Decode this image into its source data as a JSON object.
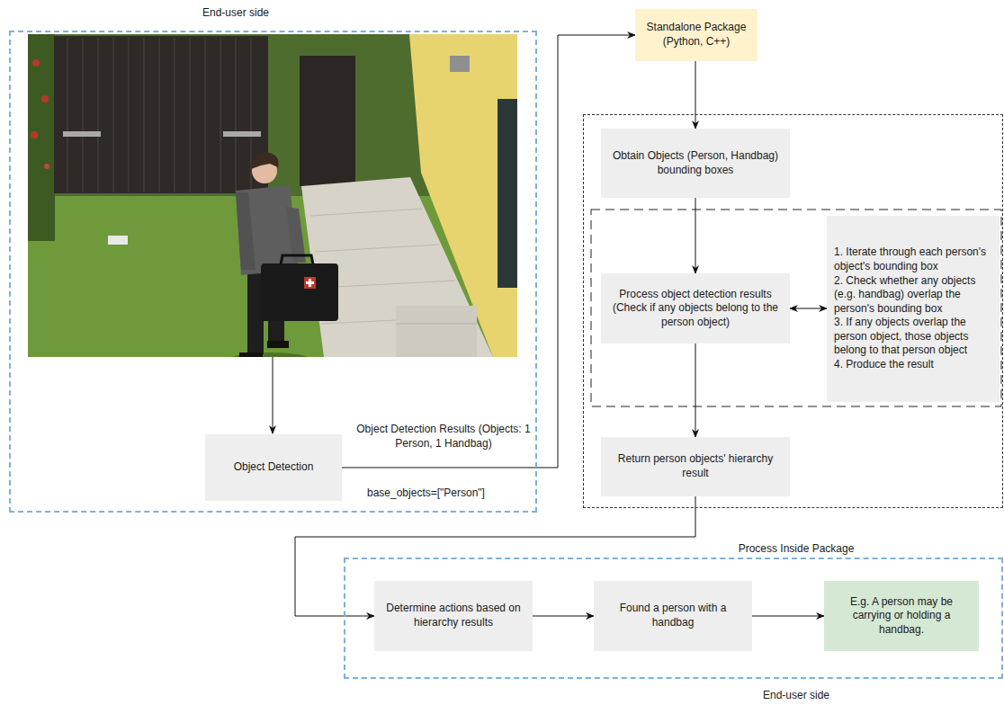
{
  "diagram": {
    "nodes": [
      {
        "text": [
          "End-user side"
        ]
      },
      {
        "text": [
          "Object Detection"
        ],
        "in": 0
      },
      {
        "text": [
          "Standalone Package (Python, C++)"
        ]
      },
      {
        "text": [
          "Process Inside Package"
        ]
      },
      {
        "text": [
          "Obtain Objects (Person, Handbag) bounding boxes"
        ],
        "in": 3
      },
      {
        "text": [
          "Process object detection results (Check if any objects belong to the person object)"
        ],
        "in": 3
      },
      {
        "text": [
          "1. Iterate through each person's object's bounding box",
          "2. Check whether any objects (e.g. handbag) overlap the person's bounding box",
          "3. If any objects overlap the person object, those objects belong to that person object",
          "4. Produce the result"
        ],
        "in": 3
      },
      {
        "text": [
          "Return person objects' hierarchy result"
        ],
        "in": 3
      },
      {
        "text": [
          "End-user side"
        ]
      },
      {
        "text": [
          "Determine actions based on  hierarchy results"
        ],
        "in": 8
      },
      {
        "text": [
          "Found a person with a handbag"
        ],
        "in": 8
      },
      {
        "text": [
          "E.g. A person may be carrying or holding a handbag."
        ],
        "in": 8
      }
    ],
    "edges": [
      {
        "from": 1,
        "to": 2,
        "arrow": "to",
        "label": "Object Detection Results (Objects: 1 Person, 1 Handbag)"
      },
      {
        "from": 2,
        "to": 4,
        "arrow": "to"
      },
      {
        "from": 4,
        "to": 5,
        "arrow": "to"
      },
      {
        "from": 5,
        "to": 6,
        "arrow": "both"
      },
      {
        "from": 5,
        "to": 7,
        "arrow": "to"
      },
      {
        "from": 7,
        "to": 9,
        "arrow": "to"
      },
      {
        "from": 9,
        "to": 10,
        "arrow": "to"
      },
      {
        "from": 10,
        "to": 11,
        "arrow": "to"
      }
    ],
    "labels": [
      "base_objects=[\"Person\"]"
    ]
  }
}
